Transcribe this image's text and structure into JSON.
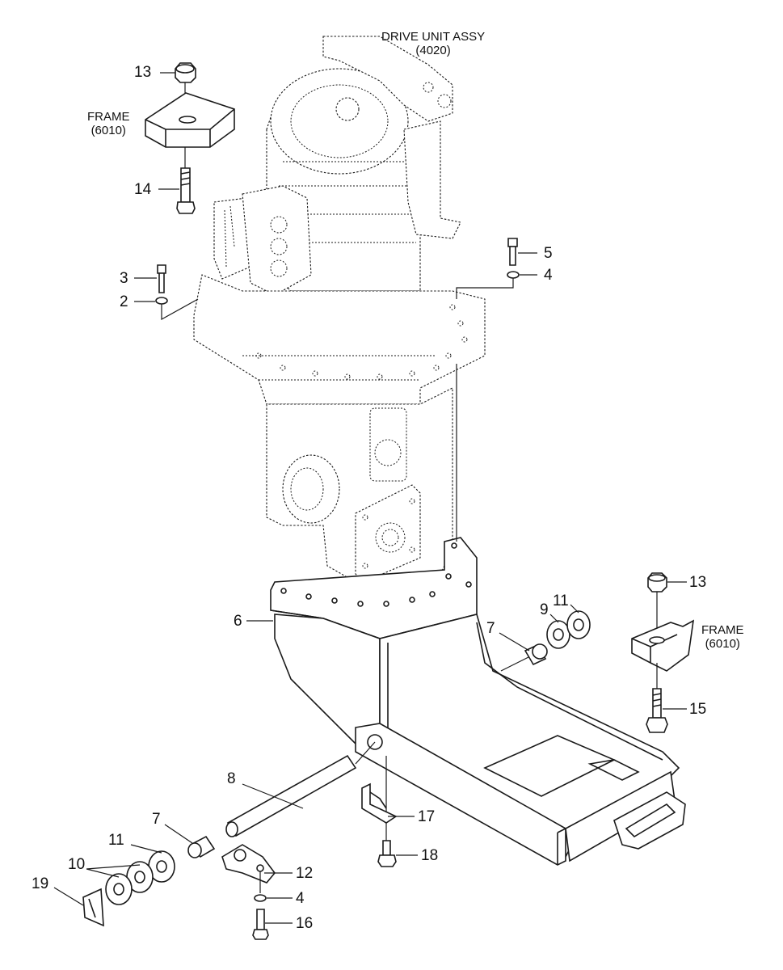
{
  "diagram": {
    "captions": {
      "drive_unit": {
        "line1": "DRIVE UNIT ASSY",
        "line2": "(4020)"
      },
      "frame_top": {
        "line1": "FRAME",
        "line2": "(6010)"
      },
      "frame_right": {
        "line1": "FRAME",
        "line2": "(6010)"
      }
    },
    "part_numbers": {
      "p13_top": "13",
      "p14": "14",
      "p3": "3",
      "p2": "2",
      "p5": "5",
      "p4_top": "4",
      "p13_right": "13",
      "p15": "15",
      "p6": "6",
      "p9": "9",
      "p11_right": "11",
      "p7_right": "7",
      "p8": "8",
      "p7_left": "7",
      "p11_left": "11",
      "p10": "10",
      "p12": "12",
      "p19": "19",
      "p4_bottom": "4",
      "p16": "16",
      "p17": "17",
      "p18": "18"
    }
  }
}
